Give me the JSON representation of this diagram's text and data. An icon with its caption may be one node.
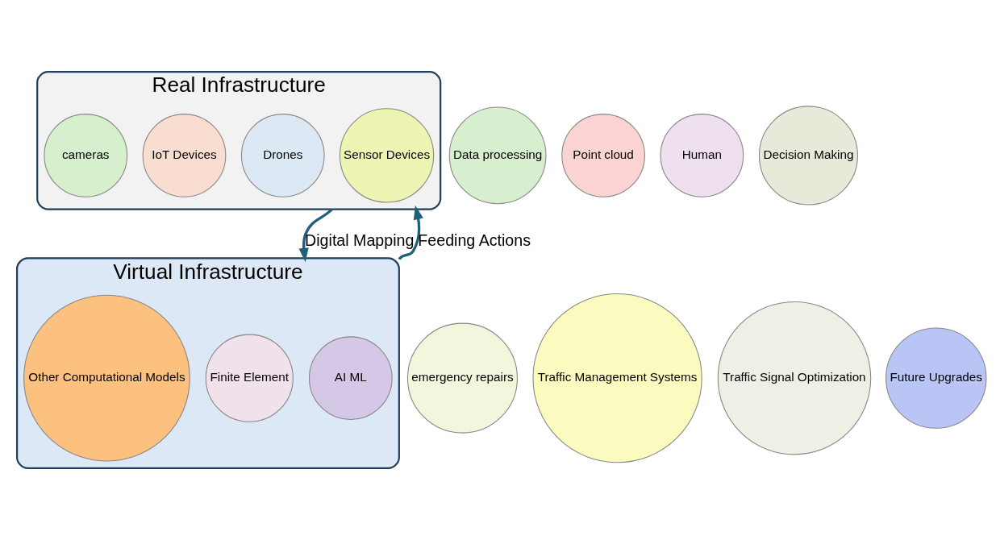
{
  "diagram": {
    "nodes": [
      {
        "text": [
          "Real Infrastructure"
        ]
      },
      {
        "text": [
          "Sensor Devices"
        ],
        "in": 0
      },
      {
        "text": [
          "Drones"
        ],
        "in": 0
      },
      {
        "text": [
          "IoT Devices"
        ],
        "in": 0
      },
      {
        "text": [
          "cameras"
        ],
        "in": 0
      },
      {
        "text": [
          "Data processing"
        ]
      },
      {
        "text": [
          "Point cloud"
        ]
      },
      {
        "text": [
          "Human"
        ]
      },
      {
        "text": [
          "Decision Making"
        ]
      },
      {
        "text": [
          "emergency repairs"
        ]
      },
      {
        "text": [
          "Traffic Management Systems"
        ]
      },
      {
        "text": [
          "Traffic Signal Optimization"
        ]
      },
      {
        "text": [
          "Future Upgrades"
        ]
      },
      {
        "text": [
          "Virtual Infrastructure"
        ]
      },
      {
        "text": [
          "AI ML"
        ],
        "in": 13
      },
      {
        "text": [
          "Finite Element"
        ],
        "in": 13
      },
      {
        "text": [
          "Other Computational Models"
        ],
        "in": 13
      }
    ],
    "edges": [
      {
        "from": 0,
        "to": 13,
        "arrow": "to",
        "label": "Digital Mapping"
      },
      {
        "from": 13,
        "to": 0,
        "arrow": "to",
        "label": "Feeding Actions"
      }
    ]
  }
}
